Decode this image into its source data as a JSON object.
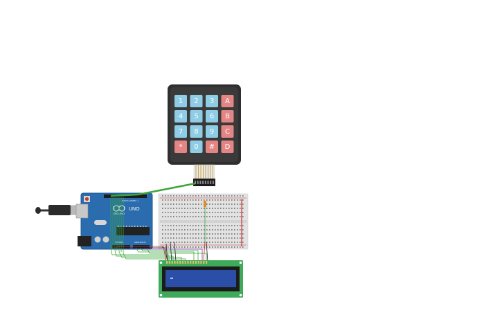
{
  "circuit": {
    "keypad": {
      "keys": [
        [
          "1",
          "2",
          "3",
          "A"
        ],
        [
          "4",
          "5",
          "6",
          "B"
        ],
        [
          "7",
          "8",
          "9",
          "C"
        ],
        [
          "*",
          "0",
          "#",
          "D"
        ]
      ],
      "colors": {
        "number_key": "#8fcde6",
        "letter_key": "#e48585",
        "frame": "#2f2f2f"
      }
    },
    "arduino": {
      "model_label": "UNO",
      "brand_label": "ARDUINO",
      "header_labels": {
        "digital": "DIGITAL (PWM ~)",
        "power": "POWER",
        "analog": "ANALOG IN"
      },
      "color": "#2a6cae"
    },
    "breadboard": {
      "color": "#e2e2e2"
    },
    "lcd": {
      "board_color": "#3eaa5a",
      "screen_color": "#2b4fa6"
    },
    "colors": {
      "wire_green": "#3aa63a",
      "wire_red": "#c83030",
      "wire_black": "#222222",
      "wire_orange": "#e08a2a",
      "wire_purple": "#7a3aa6"
    }
  }
}
